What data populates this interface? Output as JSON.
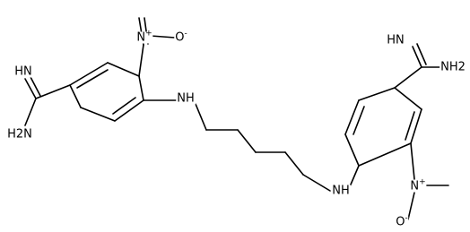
{
  "molecule": {
    "atom_labels": {
      "left_imine": "HN",
      "left_amine": "H2N",
      "left_nitro_n": "N",
      "left_nitro_n_charge": "+",
      "left_nitro_o": "O",
      "left_nitro_o_charge": "-",
      "left_nh": "NH",
      "right_imine": "HN",
      "right_amine": "NH2",
      "right_nh": "NH",
      "right_nitro_n": "N",
      "right_nitro_n_charge": "+",
      "right_nitro_o": "O",
      "right_nitro_o_charge": "-"
    }
  }
}
